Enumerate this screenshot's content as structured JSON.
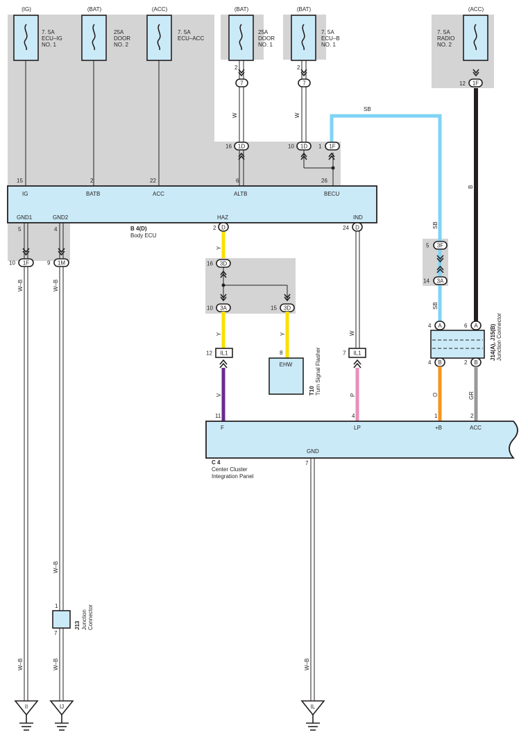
{
  "fuses": [
    {
      "source": "(IG)",
      "line1": "7. 5A",
      "line2": "ECU–IG",
      "line3": "NO. 1",
      "pin_bottom": "15",
      "terminal": "IG"
    },
    {
      "source": "(BAT)",
      "line1": "25A",
      "line2": "DOOR",
      "line3": "NO. 2",
      "pin_bottom": "2",
      "terminal": "BATB"
    },
    {
      "source": "(ACC)",
      "line1": "7. 5A",
      "line2": "ECU–ACC",
      "line3": "",
      "pin_bottom": "22",
      "terminal": "ACC"
    },
    {
      "source": "(BAT)",
      "line1": "25A",
      "line2": "DOOR",
      "line3": "NO. 1",
      "pin_top": "2",
      "conn_top": "7",
      "wire": "W",
      "pin_mid": "16",
      "conn_mid": "1D",
      "pin_bottom": "6",
      "terminal": "ALTB"
    },
    {
      "source": "(BAT)",
      "line1": "7. 5A",
      "line2": "ECU–B",
      "line3": "NO. 1",
      "pin_top": "2",
      "conn_top": "7",
      "wire": "W",
      "pin_mid": "10",
      "conn_mid": "1D",
      "pin_bottom": "26",
      "terminal": "BECU"
    },
    {
      "source": "(ACC)",
      "line1": "7. 5A",
      "line2": "RADIO",
      "line3": "NO. 2",
      "pin_top": "12",
      "conn_top": "1F",
      "wire": "B"
    }
  ],
  "becu_pin2": {
    "pin": "1",
    "conn": "1F",
    "wire": "SB"
  },
  "body_ecu": {
    "code": "B 4(D)",
    "name": "Body ECU",
    "bottom_terms": [
      {
        "label": "GND1",
        "pin": "5",
        "conn_pin": "10",
        "conn": "1F",
        "wire": "W–B",
        "wire2": "W–B"
      },
      {
        "label": "GND2",
        "pin": "4",
        "conn_pin": "9",
        "conn": "1M",
        "wire": "W–B",
        "wire2": "W–B"
      },
      {
        "label": "HAZ",
        "pin": "2",
        "conn": "D",
        "wire": "Y"
      },
      {
        "label": "IND",
        "pin": "24",
        "conn": "D",
        "wire": "W"
      }
    ]
  },
  "junction_3d": {
    "pin_in": "16",
    "conn_in": "3D",
    "pin_out1": "10",
    "conn_out1": "3A",
    "pin_out2": "15",
    "conn_out2": "3D",
    "wire1": "Y",
    "wire2": "Y"
  },
  "flasher": {
    "code": "T10",
    "name": "Turn Signal Flasher",
    "label": "EHW",
    "pin": "8"
  },
  "il1_left": {
    "pin": "12",
    "conn": "IL1",
    "wire": "V"
  },
  "il1_right": {
    "pin": "7",
    "conn": "IL1",
    "wire": "P"
  },
  "sb_chain": {
    "wire_top": "SB",
    "pin_top": "5",
    "conn_top": "3F",
    "pin_bot": "14",
    "conn_bot": "3A",
    "wire_bot": "SB"
  },
  "j14": {
    "code": "J14(A), J15(B)",
    "name": "Junction Connector",
    "pins": [
      {
        "pin": "4",
        "conn": "A"
      },
      {
        "pin": "6",
        "conn": "A"
      },
      {
        "pin": "4",
        "conn": "B"
      },
      {
        "pin": "2",
        "conn": "B"
      }
    ],
    "wire_left": "O",
    "wire_right": "GR"
  },
  "cluster": {
    "code": "C 4",
    "name1": "Center Cluster",
    "name2": "Integration Panel",
    "terms": [
      {
        "label": "F",
        "pin": "11"
      },
      {
        "label": "LP",
        "pin": "4"
      },
      {
        "label": "+B",
        "pin": "1"
      },
      {
        "label": "ACC",
        "pin": "2"
      }
    ],
    "gnd_label": "GND",
    "gnd_pin": "7",
    "gnd_wire": "W–B"
  },
  "j13": {
    "code": "J13",
    "name1": "Junction",
    "name2": "Connector",
    "pin_top": "1",
    "pin_bot": "7",
    "wire_below": "W–B"
  },
  "grounds": [
    {
      "label": "II",
      "wire": "W–B"
    },
    {
      "label": "IJ",
      "wire": "W–B"
    },
    {
      "label": "IL",
      "wire": "W–B"
    }
  ],
  "colors": {
    "yellow": "#fbe000",
    "sky": "#7fd3f4",
    "violet": "#6a2c8f",
    "pink": "#e88fb8",
    "orange": "#f7941d",
    "gray": "#999999",
    "black": "#231f20",
    "box": "#cbeaf7",
    "shade": "#d4d4d5"
  }
}
